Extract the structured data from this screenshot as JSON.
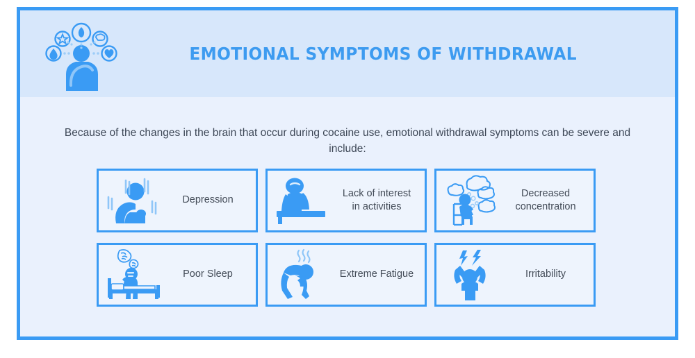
{
  "header": {
    "title": "EMOTIONAL SYMPTOMS OF WITHDRAWAL",
    "icon": "person-with-emotion-thought-bubbles-icon",
    "band_color": "#d7e7fb",
    "title_color": "#3d9bf0"
  },
  "frame": {
    "border_color": "#3a9bf4",
    "body_background": "#eaf1fd"
  },
  "intro": {
    "text": "Because of the changes in the brain that occur during cocaine use, emotional withdrawal symptoms can be severe and include:"
  },
  "cards": [
    {
      "label": "Depression",
      "icon": "sad-person-hunched-with-rain-icon",
      "icon_color": "#3a9bf4"
    },
    {
      "label": "Lack of interest\nin activities",
      "label_line1": "Lack of interest",
      "label_line2": "in activities",
      "icon": "person-slumped-at-desk-icon",
      "icon_color": "#3a9bf4"
    },
    {
      "label": "Decreased\nconcentration",
      "label_line1": "Decreased",
      "label_line2": "concentration",
      "icon": "person-on-chair-with-thought-clouds-icon",
      "icon_color": "#3a9bf4"
    },
    {
      "label": "Poor Sleep",
      "icon": "person-sitting-on-bed-insomnia-icon",
      "icon_color": "#3a9bf4"
    },
    {
      "label": "Extreme Fatigue",
      "icon": "exhausted-person-bent-over-icon",
      "icon_color": "#3a9bf4"
    },
    {
      "label": "Irritability",
      "icon": "frustrated-person-lightning-bolts-icon",
      "icon_color": "#3a9bf4"
    }
  ]
}
